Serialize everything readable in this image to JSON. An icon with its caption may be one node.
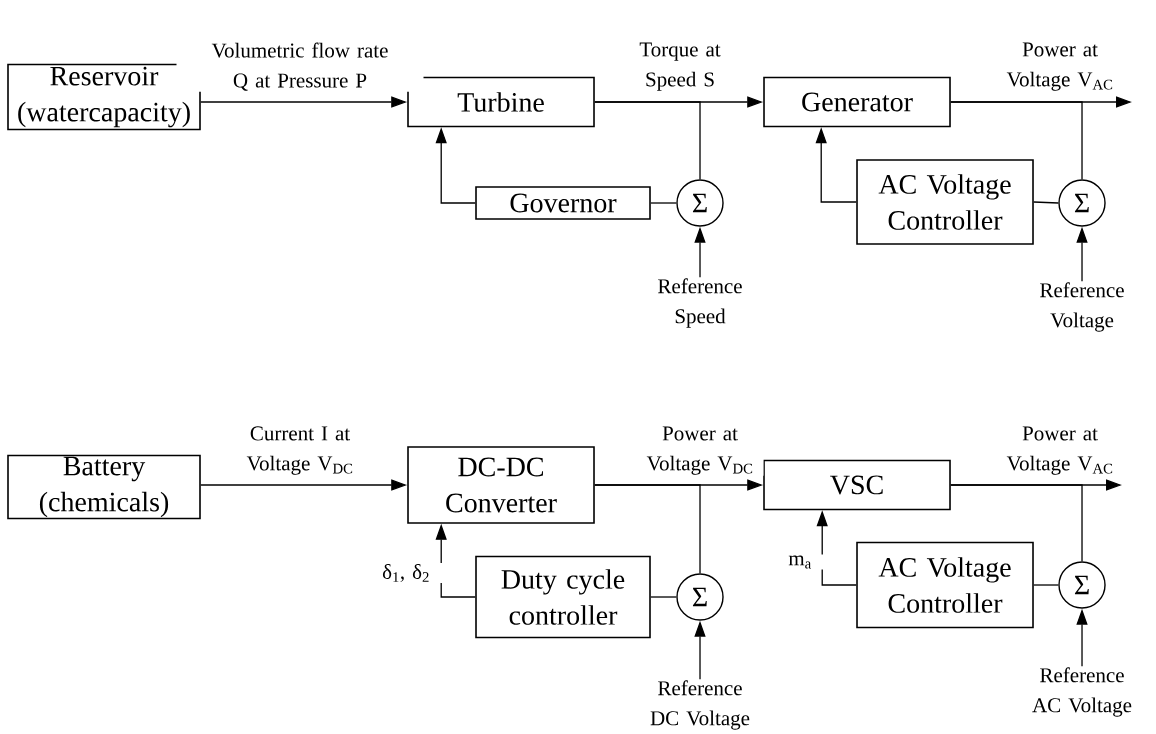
{
  "diagram": {
    "nodes": [
      {
        "text": [
          "Reservoir (watercapacity)"
        ]
      },
      {
        "text": [
          "Turbine"
        ]
      },
      {
        "text": [
          "Generator"
        ]
      },
      {
        "text": [
          "Governor"
        ]
      },
      {
        "text": [
          "Σ"
        ]
      },
      {
        "text": [
          "AC Voltage Controller"
        ]
      },
      {
        "text": [
          "Σ"
        ]
      },
      {
        "text": [
          "Reference Speed"
        ]
      },
      {
        "text": [
          "Reference Voltage"
        ]
      },
      {
        "text": [
          "Battery (chemicals)"
        ]
      },
      {
        "text": [
          "DC-DC Converter"
        ]
      },
      {
        "text": [
          "VSC"
        ]
      },
      {
        "text": [
          "Duty cycle controller"
        ]
      },
      {
        "text": [
          "Σ"
        ]
      },
      {
        "text": [
          "AC Voltage Controller"
        ]
      },
      {
        "text": [
          "Σ"
        ]
      },
      {
        "text": [
          "Reference DC Voltage"
        ]
      },
      {
        "text": [
          "Reference AC Voltage"
        ]
      }
    ],
    "edges": [
      {
        "from": 0,
        "to": 1,
        "arrow": "to",
        "label": "Volumetric flow rate Q at Pressure P"
      },
      {
        "from": 1,
        "to": 2,
        "arrow": "to",
        "label": "Torque at Speed S"
      },
      {
        "from": 1,
        "to": 4,
        "arrow": "none"
      },
      {
        "from": 4,
        "to": 3,
        "arrow": "none"
      },
      {
        "from": 3,
        "to": 1,
        "arrow": "to"
      },
      {
        "from": 7,
        "to": 4,
        "arrow": "to"
      },
      {
        "from": 2,
        "to": null,
        "arrow": "to",
        "label": "Power at Voltage V$_{AC}$"
      },
      {
        "from": 2,
        "to": 6,
        "arrow": "none"
      },
      {
        "from": 6,
        "to": 5,
        "arrow": "none"
      },
      {
        "from": 5,
        "to": 2,
        "arrow": "to"
      },
      {
        "from": 8,
        "to": 6,
        "arrow": "to"
      },
      {
        "from": 9,
        "to": 10,
        "arrow": "to",
        "label": "Current I at Voltage V$_{DC}$"
      },
      {
        "from": 10,
        "to": 11,
        "arrow": "to",
        "label": "Power at Voltage V$_{DC}$"
      },
      {
        "from": 10,
        "to": 13,
        "arrow": "none"
      },
      {
        "from": 13,
        "to": 12,
        "arrow": "none"
      },
      {
        "from": 12,
        "to": 10,
        "arrow": "to",
        "label": "δ$_{1}$, δ$_{2}$"
      },
      {
        "from": 16,
        "to": 13,
        "arrow": "to"
      },
      {
        "from": 11,
        "to": null,
        "arrow": "to",
        "label": "Power at Voltage V$_{AC}$"
      },
      {
        "from": 11,
        "to": 15,
        "arrow": "none"
      },
      {
        "from": 15,
        "to": 14,
        "arrow": "none"
      },
      {
        "from": 14,
        "to": 11,
        "arrow": "to",
        "label": "m$_{a}$"
      },
      {
        "from": 17,
        "to": 15,
        "arrow": "to"
      }
    ]
  }
}
